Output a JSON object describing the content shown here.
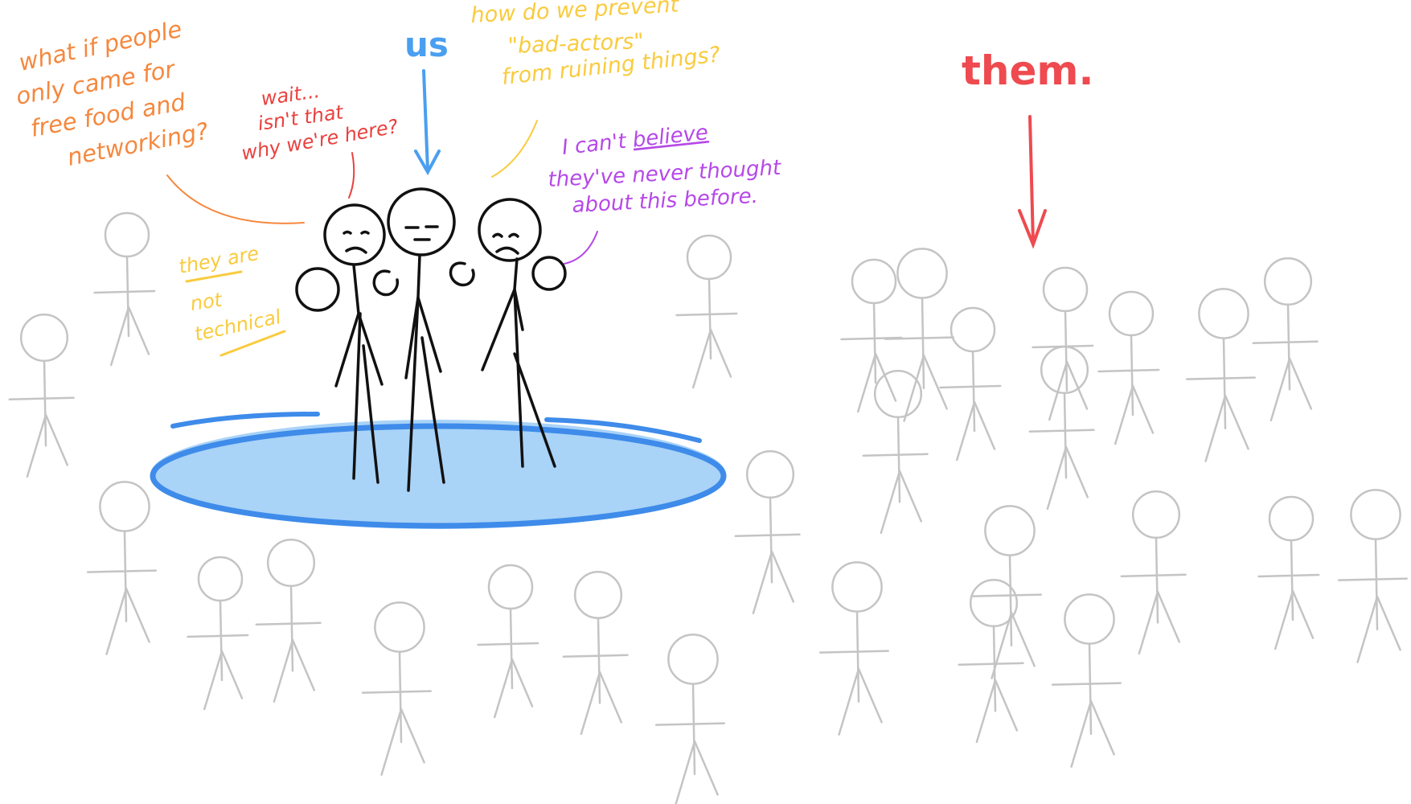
{
  "labels": {
    "us": "us",
    "them": "them."
  },
  "notes": {
    "free_food": [
      "what if people",
      "only came for",
      "free food and",
      "networking?"
    ],
    "wait": [
      "wait...",
      "isn't that",
      "why we're here?"
    ],
    "bad_actors": [
      "how do we prevent",
      "\"bad-actors\"",
      "from ruining things?"
    ],
    "believe_prefix": "I can't ",
    "believe_word": "believe",
    "believe_rest": [
      "they've never thought",
      "about this before."
    ],
    "not_technical": [
      "they are",
      "not",
      "technical"
    ]
  },
  "colors": {
    "orange": "#F5883E",
    "red_text": "#E9413F",
    "yellow": "#F9CB3E",
    "purple": "#B648E8",
    "blue": "#4A9FF0",
    "them_red": "#EE4A4F",
    "crowd": "#C4C4C4",
    "ink": "#111111",
    "pool_fill": "#A9D3F7",
    "pool_edge": "#3E8BEA"
  }
}
